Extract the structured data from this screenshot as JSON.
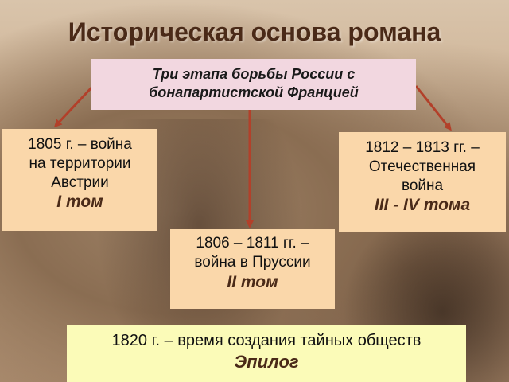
{
  "title": "Историческая основа романа",
  "main": {
    "line1": "Три этапа борьбы России с",
    "line2": "бонапартистской Францией"
  },
  "periods": [
    {
      "lines": [
        "1805 г. – война",
        "на территории",
        "Австрии"
      ],
      "volume": "I том"
    },
    {
      "lines": [
        "1806 – 1811 гг. –",
        "война в Пруссии"
      ],
      "volume": "II том"
    },
    {
      "lines": [
        "1812 – 1813 гг. –",
        "Отечественная",
        "война"
      ],
      "volume": "III - IV тома"
    }
  ],
  "epilogue": {
    "line": "1820 г. – время создания тайных обществ",
    "label": "Эпилог"
  },
  "colors": {
    "arrow": "#b2402a",
    "period_box": "#fad7aa",
    "main_box": "#f2d7e0",
    "epilogue_box": "#fbfbb8",
    "title": "#4a2a18"
  }
}
